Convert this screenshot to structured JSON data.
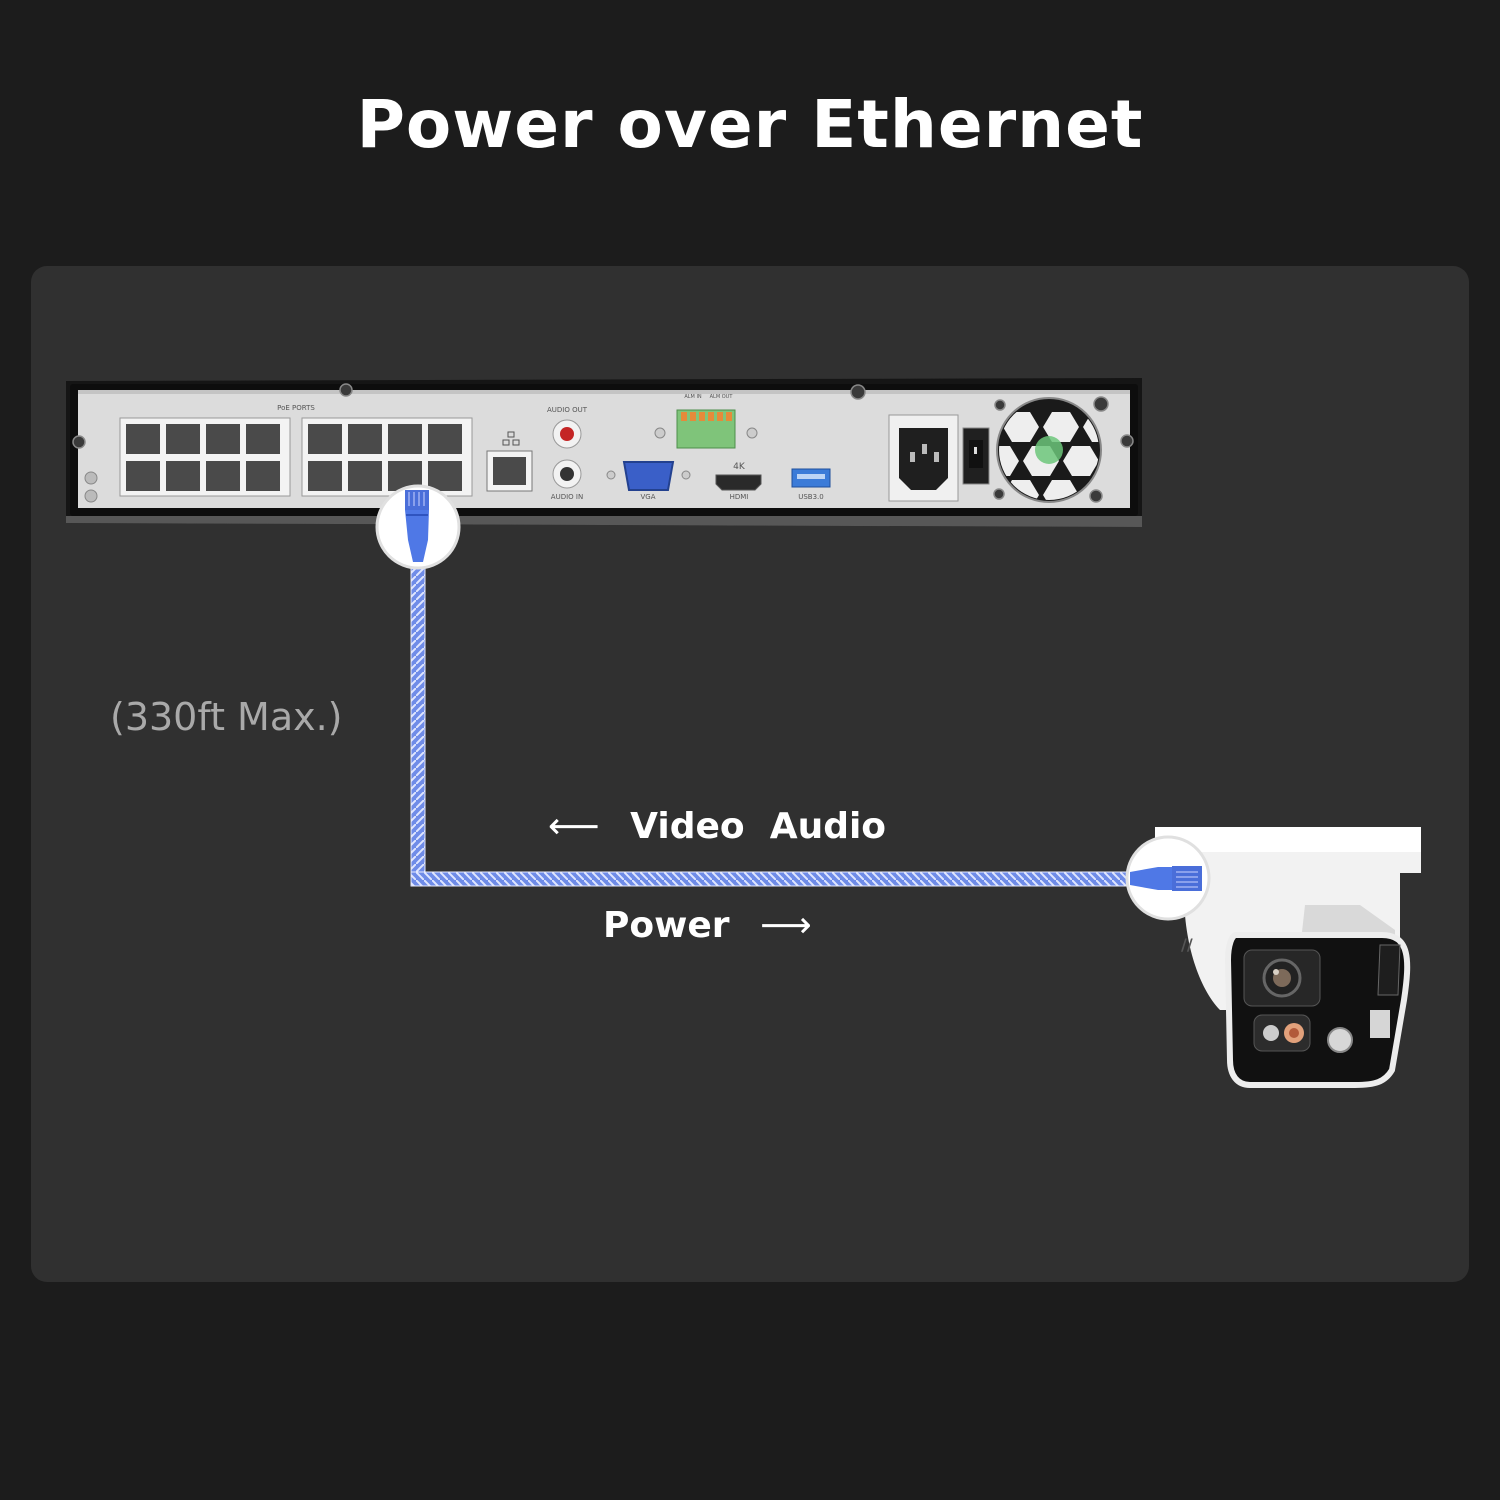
{
  "title": "Power over Ethernet",
  "cable_length_label": "(330ft Max.)",
  "signal_label_left": "Video  Audio",
  "signal_label_right": "Power",
  "arrow_left": "⟵",
  "arrow_right": "⟶",
  "nvr_labels": {
    "poe_ports": "PoE PORTS",
    "audio_out": "AUDIO OUT",
    "audio_in": "AUDIO IN",
    "alm_in": "ALM IN",
    "alm_out": "ALM OUT",
    "vga": "VGA",
    "hdmi": "HDMI",
    "resolution": "4K",
    "usb": "USB3.0"
  },
  "colors": {
    "background": "#1c1c1c",
    "panel": "#303030",
    "cable": "#5b7be0",
    "title": "#ffffff",
    "muted_text": "#a9a9a9"
  }
}
